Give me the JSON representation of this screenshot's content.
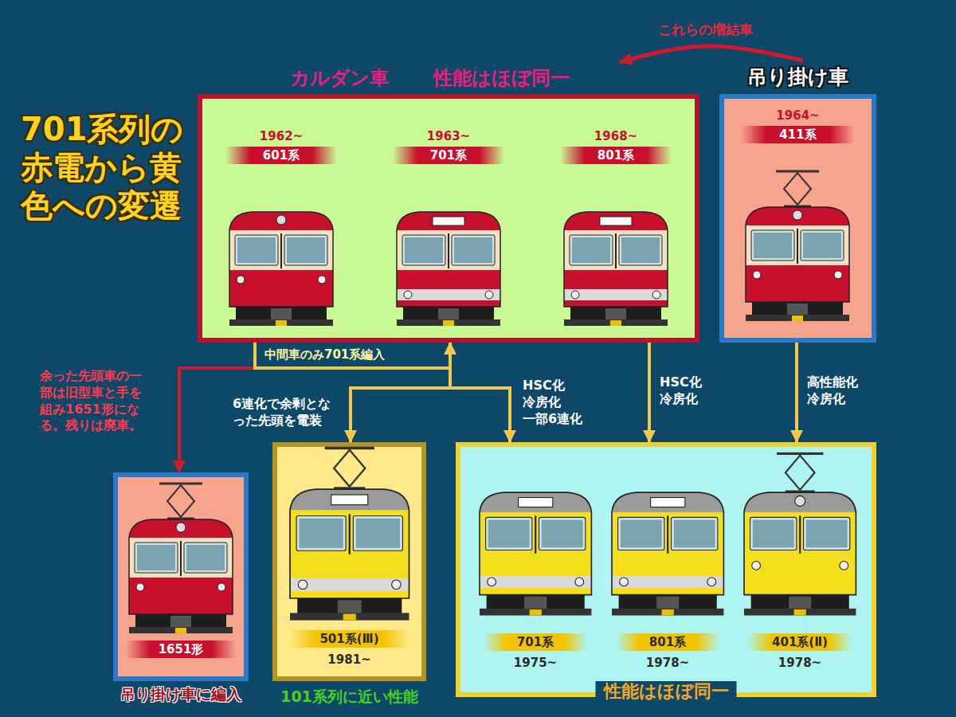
{
  "diagram": {
    "title": "701系列の赤電から黄色への変遷",
    "nodes": [
      {
        "text": [
          "カルダン車",
          "性能はほぼ同一"
        ]
      },
      {
        "text": [
          "1962~",
          "601系"
        ],
        "in": 0
      },
      {
        "text": [
          "1963~",
          "701系"
        ],
        "in": 0
      },
      {
        "text": [
          "1968~",
          "801系"
        ],
        "in": 0
      },
      {
        "text": [
          "吊り掛け車"
        ]
      },
      {
        "text": [
          "1964~",
          "411系"
        ],
        "in": 4
      },
      {
        "text": [
          "1651形",
          "吊り掛け車に編入"
        ]
      },
      {
        "text": [
          "501系(Ⅲ)",
          "1981~",
          "101系列に近い性能"
        ]
      },
      {
        "text": [
          "性能はほぼ同一"
        ]
      },
      {
        "text": [
          "701系",
          "1975~"
        ],
        "in": 8
      },
      {
        "text": [
          "801系",
          "1978~"
        ],
        "in": 8
      },
      {
        "text": [
          "401系(Ⅱ)",
          "1978~"
        ],
        "in": 8
      }
    ],
    "edges": [
      {
        "from": 4,
        "to": 0,
        "arrow": "to",
        "label": "これらの増結車"
      },
      {
        "from": 1,
        "to": 6,
        "arrow": "to",
        "label": "余った先頭車の一部は旧型車と手を組み1651形になる。残りは廃車。"
      },
      {
        "from": 1,
        "to": 2,
        "arrow": "to",
        "label": "中間車のみ701系編入"
      },
      {
        "from": 2,
        "to": 7,
        "arrow": "to",
        "label": "6連化で余剰となった先頭を電装"
      },
      {
        "from": 2,
        "to": 9,
        "arrow": "to",
        "label": "HSC化 冷房化 一部6連化"
      },
      {
        "from": 3,
        "to": 10,
        "arrow": "to",
        "label": "HSC化 冷房化"
      },
      {
        "from": 5,
        "to": 11,
        "arrow": "to",
        "label": "高性能化 冷房化"
      }
    ]
  }
}
